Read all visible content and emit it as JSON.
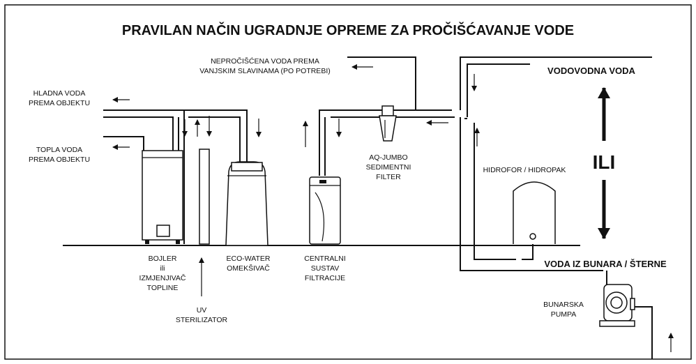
{
  "title": "PRAVILAN NAČIN UGRADNJE OPREME ZA PROČIŠĆAVANJE VODE",
  "labels": {
    "untreated_line1": "NEPROČIŠĆENA VODA PREMA",
    "untreated_line2": "VANJSKIM SLAVINAMA (PO POTREBI)",
    "cold_line1": "HLADNA VODA",
    "cold_line2": "PREMA OBJEKTU",
    "hot_line1": "TOPLA VODA",
    "hot_line2": "PREMA OBJEKTU",
    "mains_water": "VODOVODNA VODA",
    "or": "ILI",
    "well_water": "VODA IZ BUNARA / ŠTERNE",
    "hydrofor": "HIDROFOR / HIDROPAK",
    "aq_line1": "AQ-JUMBO",
    "aq_line2": "SEDIMENTNI",
    "aq_line3": "FILTER",
    "boiler_line1": "BOJLER",
    "boiler_line2": "ili",
    "boiler_line3": "IZMJENJIVAČ",
    "boiler_line4": "TOPLINE",
    "uv_line1": "UV",
    "uv_line2": "STERILIZATOR",
    "eco_line1": "ECO-WATER",
    "eco_line2": "OMEKŠIVAČ",
    "central_line1": "CENTRALNI",
    "central_line2": "SUSTAV",
    "central_line3": "FILTRACIJE",
    "pump_line1": "BUNARSKA",
    "pump_line2": "PUMPA"
  }
}
